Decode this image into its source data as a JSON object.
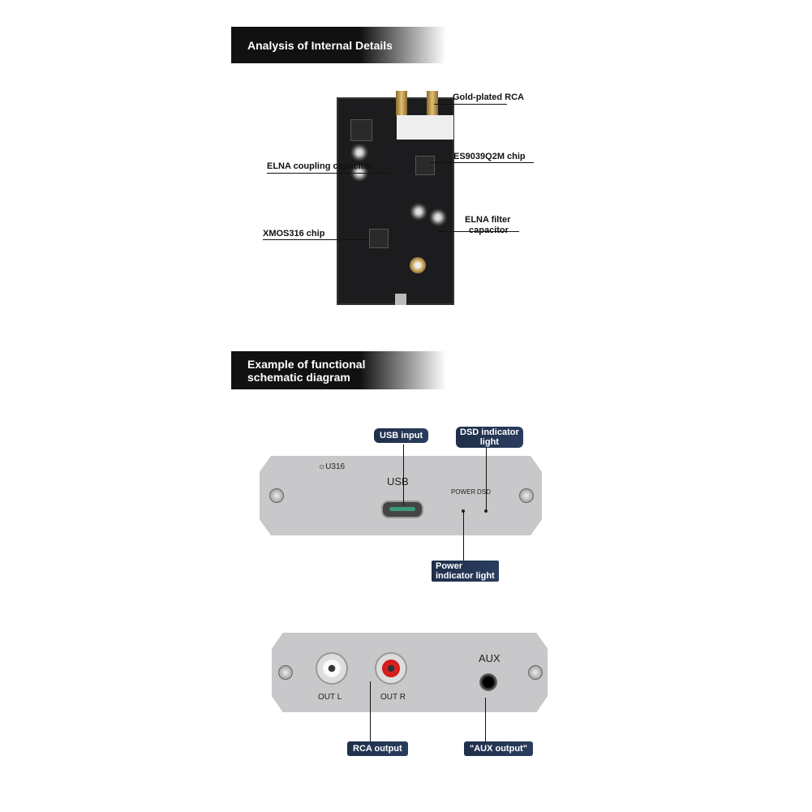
{
  "section1": {
    "title": "Analysis of Internal Details",
    "labels": {
      "rca": "Gold-plated RCA",
      "coupling": "ELNA coupling capacitor",
      "dac": "ES9039Q2M chip",
      "filter_line1": "ELNA filter",
      "filter_line2": "capacitor",
      "xmos": "XMOS316 chip"
    }
  },
  "section2": {
    "title_line1": "Example of functional",
    "title_line2": "schematic diagram",
    "front": {
      "brand": "U316",
      "usb": "USB",
      "power": "POWER",
      "dsd": "DSD"
    },
    "tags": {
      "usb_input": "USB input",
      "dsd_line1": "DSD indicator",
      "dsd_line2": "light",
      "power_line1": "Power",
      "power_line2": "indicator light",
      "rca_output": "RCA output",
      "aux_output": "\"AUX output\""
    },
    "rear": {
      "out_l": "OUT L",
      "out_r": "OUT R",
      "aux": "AUX"
    }
  }
}
